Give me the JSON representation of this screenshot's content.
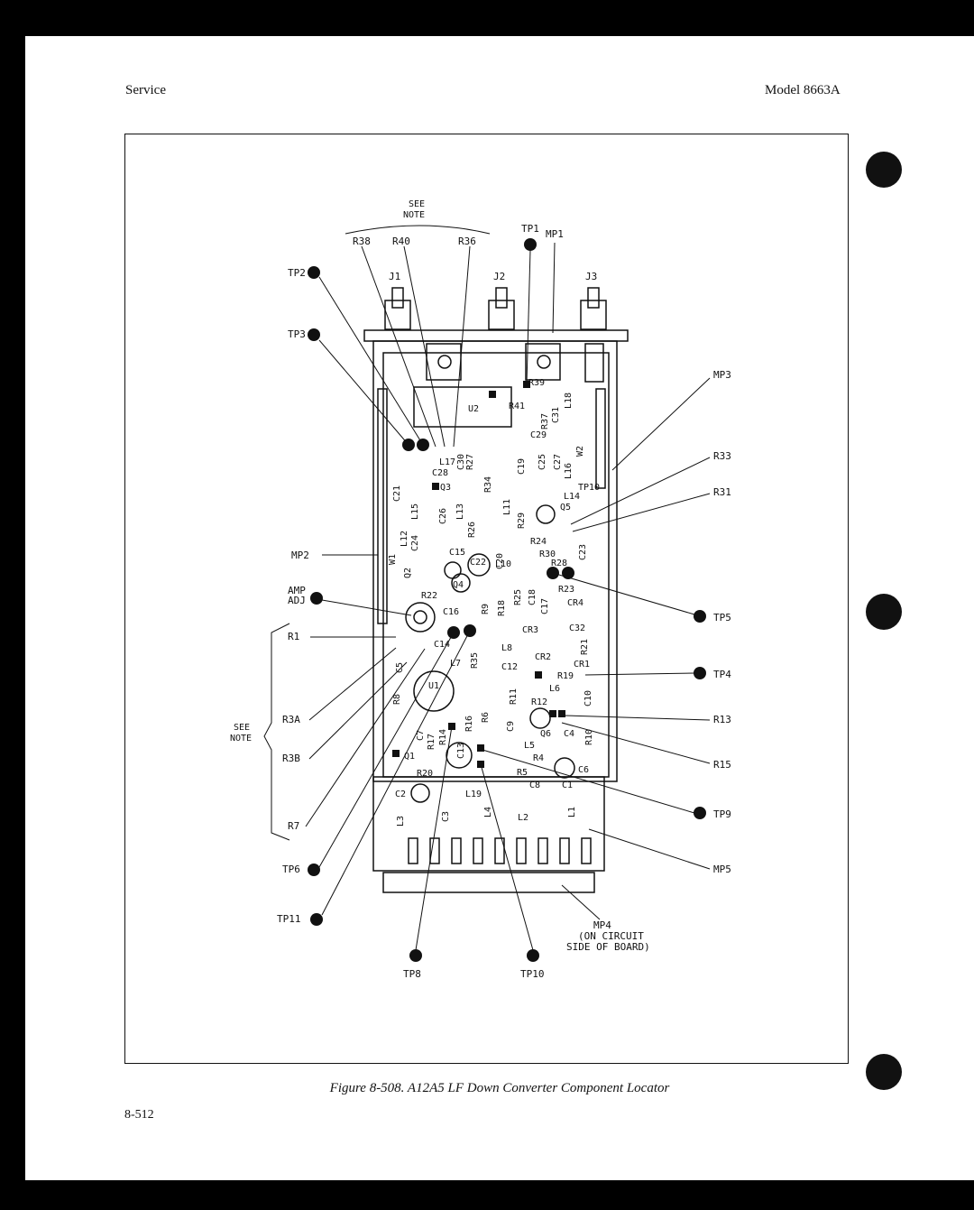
{
  "header": {
    "left": "Service",
    "right": "Model 8663A"
  },
  "figure": {
    "caption": "Figure 8-508. A12A5 LF Down Converter Component Locator",
    "page_number": "8-512",
    "see_note_top": [
      "SEE",
      "NOTE"
    ],
    "see_note_left": [
      "SEE",
      "NOTE"
    ],
    "amp_adj": [
      "AMP",
      "ADJ"
    ],
    "mp4_note": [
      "MP4",
      "(ON CIRCUIT",
      "SIDE OF BOARD)"
    ],
    "callouts": {
      "R38": "R38",
      "R40": "R40",
      "R36": "R36",
      "TP1": "TP1",
      "MP1": "MP1",
      "TP2": "TP2",
      "TP3": "TP3",
      "J1": "J1",
      "J2": "J2",
      "J3": "J3",
      "MP3": "MP3",
      "R33": "R33",
      "R31": "R31",
      "MP2": "MP2",
      "TP5": "TP5",
      "TP4": "TP4",
      "R13": "R13",
      "R15": "R15",
      "TP9": "TP9",
      "MP5": "MP5",
      "R1": "R1",
      "R3A": "R3A",
      "R3B": "R3B",
      "R7": "R7",
      "TP6": "TP6",
      "TP11": "TP11",
      "TP8": "TP8",
      "TP10": "TP10"
    },
    "components": [
      "U2",
      "R41",
      "R39",
      "R37",
      "C31",
      "L18",
      "C29",
      "C25",
      "C27",
      "L16",
      "W2",
      "TP10-label",
      "C19",
      "R27",
      "C30",
      "L17",
      "C28",
      "Q3",
      "C21",
      "R34",
      "L11",
      "L14",
      "Q5",
      "R29",
      "L13",
      "C26",
      "L15",
      "R24",
      "R30",
      "C23",
      "R28",
      "C24",
      "R26",
      "L12",
      "C20",
      "C15",
      "L10",
      "C22",
      "Q2",
      "W1",
      "Q4",
      "R23",
      "R18",
      "R25",
      "C18",
      "C17",
      "CR4",
      "R22",
      "R9",
      "C16",
      "C32",
      "CR3",
      "L8",
      "R21",
      "C14",
      "L7",
      "R35",
      "CR2",
      "CR1",
      "C12",
      "R19",
      "C5",
      "U1",
      "L6",
      "R8",
      "R11",
      "R12",
      "C10",
      "C9",
      "R6",
      "R16",
      "Q6",
      "C4",
      "R10",
      "C7",
      "R17",
      "R14",
      "C13",
      "L5",
      "Q1",
      "R4",
      "R20",
      "R5",
      "C6",
      "C8",
      "C1",
      "C2",
      "L19",
      "C3",
      "L4",
      "L2",
      "L1",
      "L3"
    ]
  }
}
